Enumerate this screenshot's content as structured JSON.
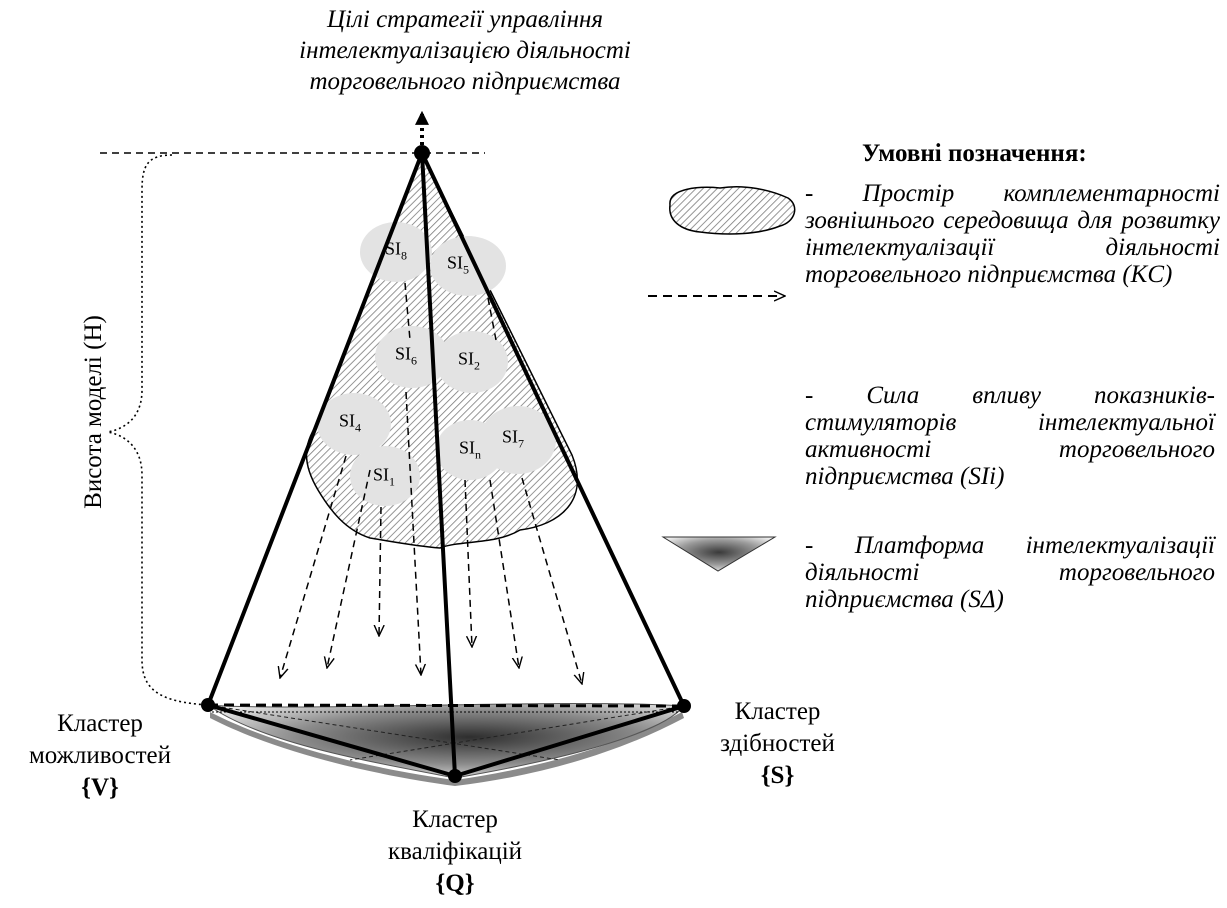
{
  "goal": {
    "line1": "Цілі стратегії управління",
    "line2": "інтелектуалізацією діяльності",
    "line3": "торговельного підприємства"
  },
  "height_axis_label": "Висота моделі (H)",
  "clusters": {
    "v": {
      "line1": "Кластер",
      "line2": "можливостей",
      "symbol": "{V}"
    },
    "s": {
      "line1": "Кластер",
      "line2": "здібностей",
      "symbol": "{S}"
    },
    "q": {
      "line1": "Кластер",
      "line2": "кваліфікацій",
      "symbol": "{Q}"
    }
  },
  "stimulators": [
    {
      "base": "SI",
      "sub": "8"
    },
    {
      "base": "SI",
      "sub": "5"
    },
    {
      "base": "SI",
      "sub": "6"
    },
    {
      "base": "SI",
      "sub": "2"
    },
    {
      "base": "SI",
      "sub": "4"
    },
    {
      "base": "SI",
      "sub": "7"
    },
    {
      "base": "SI",
      "sub": "n"
    },
    {
      "base": "SI",
      "sub": "1"
    }
  ],
  "legend": {
    "title": "Умовні позначення:",
    "complementarity_space": "- Простір комплементарності зовнішнього середовища для розвитку інтелектуалізації діяльності торговельного підприємства (KC)",
    "influence_force": "- Сила впливу показників-стимуляторів інтелектуальної активності торговельного підприємства (SIi)",
    "platform": "- Платформа інтелектуалізації діяльності торговельного підприємства (SΔ)"
  },
  "colors": {
    "line": "#000000",
    "hatch": "#7a7a7a",
    "si_fill": "#e3e3e3",
    "platform_dark": "#3a3a3a",
    "platform_light": "#e8e8e8"
  }
}
